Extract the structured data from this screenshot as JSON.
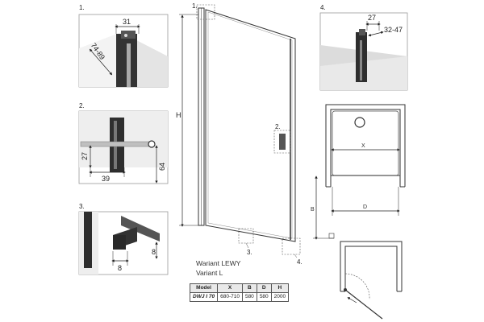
{
  "detail1": {
    "number": "1.",
    "width": "31",
    "range": "74-89"
  },
  "detail2": {
    "number": "2.",
    "height": "27",
    "width": "39",
    "depth": "64"
  },
  "detail3": {
    "number": "3.",
    "width": "8",
    "height": "8"
  },
  "detail4": {
    "number": "4.",
    "width": "27",
    "range": "32-47"
  },
  "door": {
    "height_label": "H",
    "callout_1": "1.",
    "callout_2": "2.",
    "callout_3": "3.",
    "callout_4": "4."
  },
  "plan": {
    "x_label": "X",
    "d_label": "D",
    "b_label": "B"
  },
  "variant": {
    "line1": "Wariant LEWY",
    "line2": "Variant L"
  },
  "spec_table": {
    "headers": [
      "Model",
      "X",
      "B",
      "D",
      "H"
    ],
    "row": [
      "DWJ I 70",
      "680-710",
      "580",
      "580",
      "2000"
    ]
  }
}
